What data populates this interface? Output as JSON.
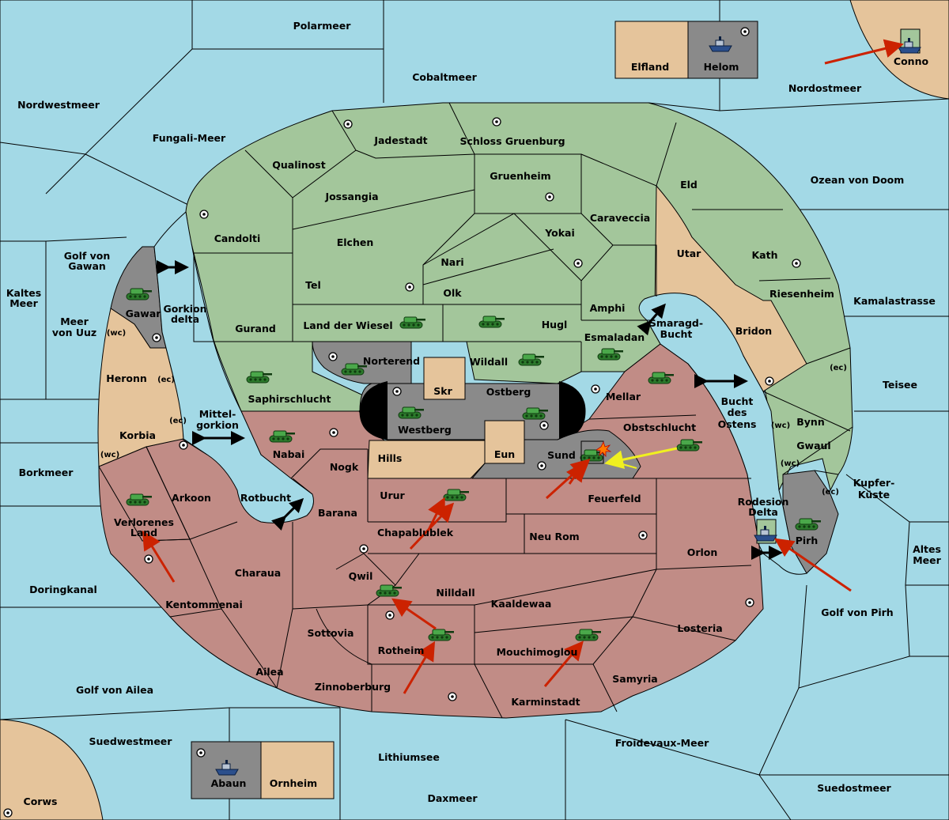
{
  "regions": {
    "sea": {
      "polarmeer": "Polarmeer",
      "cobaltmeer": "Cobaltmeer",
      "nordwestmeer": "Nordwestmeer",
      "fungali": "Fungali-Meer",
      "nordostmeer": "Nordostmeer",
      "ozean": "Ozean von Doom",
      "golf_gawan": "Golf von Gawan",
      "kaltes": "Kaltes Meer",
      "meer_uuz": "Meer von Uuz",
      "kamala": "Kamalastrasse",
      "teisee": "Teisee",
      "borkmeer": "Borkmeer",
      "kupfer": "Kupfer-Küste",
      "altes": "Altes Meer",
      "doringkanal": "Doringkanal",
      "golf_pirh": "Golf von Pirh",
      "golf_ailea": "Golf von Ailea",
      "suedwestmeer": "Suedwestmeer",
      "lithiumsee": "Lithiumsee",
      "froidevaux": "Froidevaux-Meer",
      "suedostmeer": "Suedostmeer",
      "daxmeer": "Daxmeer",
      "mittelgorkion": "Mittel-gorkion",
      "rotbucht": "Rotbucht",
      "smaragd": "Smaragd-Bucht",
      "bucht_ostens": "Bucht des Ostens",
      "gorkion_delta": "Gorkion delta",
      "rodesion": "Rodesion Delta"
    },
    "land": {
      "jadestadt": "Jadestadt",
      "schloss": "Schloss Gruenburg",
      "qualinost": "Qualinost",
      "gruenheim": "Gruenheim",
      "eld": "Eld",
      "jossangia": "Jossangia",
      "caraveccia": "Caraveccia",
      "candolti": "Candolti",
      "elchen": "Elchen",
      "yokai": "Yokai",
      "utar": "Utar",
      "kath": "Kath",
      "nari": "Nari",
      "tel": "Tel",
      "olk": "Olk",
      "amphi": "Amphi",
      "riesenheim": "Riesenheim",
      "gurand": "Gurand",
      "wiesel": "Land der Wiesel",
      "hugl": "Hugl",
      "bridon": "Bridon",
      "esmaladan": "Esmaladan",
      "gawar": "Gawar",
      "norterend": "Norterend",
      "wildall": "Wildall",
      "heronn": "Heronn",
      "skr": "Skr",
      "ostberg": "Ostberg",
      "mellar": "Mellar",
      "saphir": "Saphirschlucht",
      "westberg": "Westberg",
      "korbia": "Korbia",
      "obstschlucht": "Obstschlucht",
      "bynn": "Bynn",
      "nabai": "Nabai",
      "hills": "Hills",
      "eun": "Eun",
      "sund": "Sund",
      "gwaul": "Gwaul",
      "nogk": "Nogk",
      "arkoon": "Arkoon",
      "urur": "Urur",
      "feuerfeld": "Feuerfeld",
      "verlorenes": "Verlorenes Land",
      "barana": "Barana",
      "chapab": "Chapablublek",
      "neurom": "Neu Rom",
      "orlon": "Orlon",
      "pirh": "Pirh",
      "charaua": "Charaua",
      "qwil": "Qwil",
      "nilldall": "Nilldall",
      "kaaldewaa": "Kaaldewaa",
      "kentommenai": "Kentommenai",
      "sottovia": "Sottovia",
      "losteria": "Losteria",
      "rotheim": "Rotheim",
      "mouchimoglou": "Mouchimoglou",
      "ailea": "Ailea",
      "samyria": "Samyria",
      "zinnoberburg": "Zinnoberburg",
      "karminstadt": "Karminstadt",
      "elfland": "Elfland",
      "helom": "Helom",
      "conno": "Conno",
      "abaun": "Abaun",
      "ornheim": "Ornheim",
      "corws": "Corws"
    }
  },
  "coasts": {
    "wc": "(wc)",
    "ec": "(ec)"
  },
  "colors": {
    "sea": "#a3d9e6",
    "green_power": "#a3c69b",
    "red_power": "#c18c86",
    "neutral": "#e5c49b",
    "grey_power": "#8a8a8a",
    "order_arrow": "#cc2200",
    "support_arrow": "#f0f020"
  },
  "icons": [
    "tank-icon",
    "ship-icon",
    "supply-center-icon",
    "explosion-icon",
    "move-arrow",
    "support-arrow",
    "double-arrow"
  ]
}
